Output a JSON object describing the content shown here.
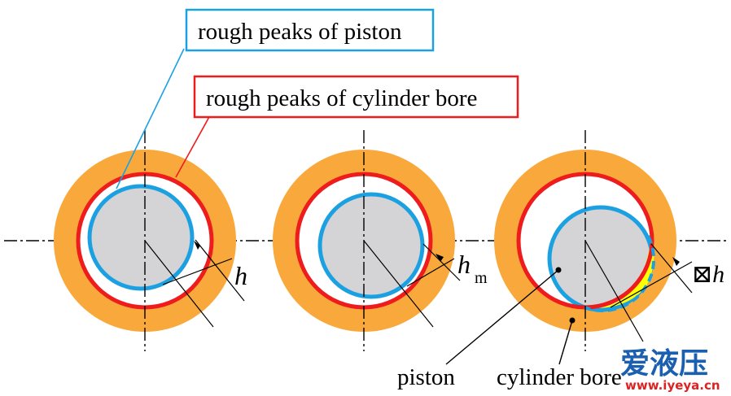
{
  "callouts": {
    "piston_peaks": "rough peaks of piston",
    "bore_peaks": "rough peaks of cylinder bore"
  },
  "labels": {
    "h": "h",
    "hm_main": "h",
    "hm_sub": "m",
    "dh": "⊠h",
    "piston": "piston",
    "cylinder_bore": "cylinder bore"
  },
  "watermark": {
    "main": "爱液压",
    "url": "www.iyeya.cn"
  },
  "colors": {
    "bore_body": "#f9a93c",
    "bore_peaks": "#ee1c1c",
    "piston_peaks": "#1ba1e2",
    "piston_body": "#d4d4d6",
    "contact_zone": "#ffff00",
    "callout_piston_border": "#1ba1e2",
    "callout_bore_border": "#ee1c1c"
  },
  "panels": [
    {
      "name": "clearance-h"
    },
    {
      "name": "minimum-clearance-hm"
    },
    {
      "name": "interference-dh"
    }
  ]
}
